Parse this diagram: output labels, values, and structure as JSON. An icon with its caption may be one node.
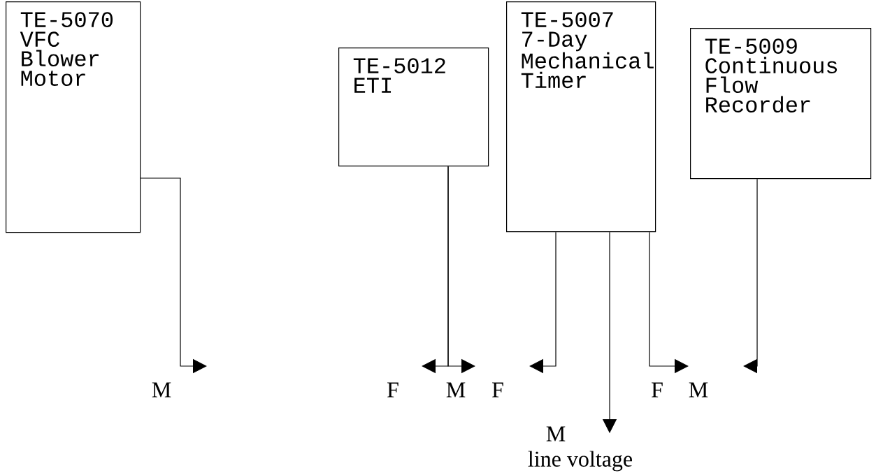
{
  "diagram": {
    "nodes": [
      {
        "text": [
          "TE-5070",
          "VFC Blower Motor"
        ]
      },
      {
        "text": [
          "TE-5012",
          "ETI"
        ]
      },
      {
        "text": [
          "TE-5007",
          "7-Day Mechanical Timer"
        ]
      },
      {
        "text": [
          "TE-5009",
          "Continuous Flow Recorder"
        ]
      }
    ],
    "edges": [
      {
        "from": 0,
        "to": null,
        "arrow": "to"
      },
      {
        "from": 1,
        "to": null,
        "arrow": "to"
      },
      {
        "from": 1,
        "to": null,
        "arrow": "to"
      },
      {
        "from": 2,
        "to": null,
        "arrow": "to"
      },
      {
        "from": 2,
        "to": null,
        "arrow": "to"
      },
      {
        "from": 2,
        "to": null,
        "arrow": "to"
      },
      {
        "from": 3,
        "to": null,
        "arrow": "to"
      }
    ],
    "labels": [
      "M",
      "F",
      "M",
      "F",
      "F",
      "M",
      "M",
      "line voltage"
    ]
  }
}
